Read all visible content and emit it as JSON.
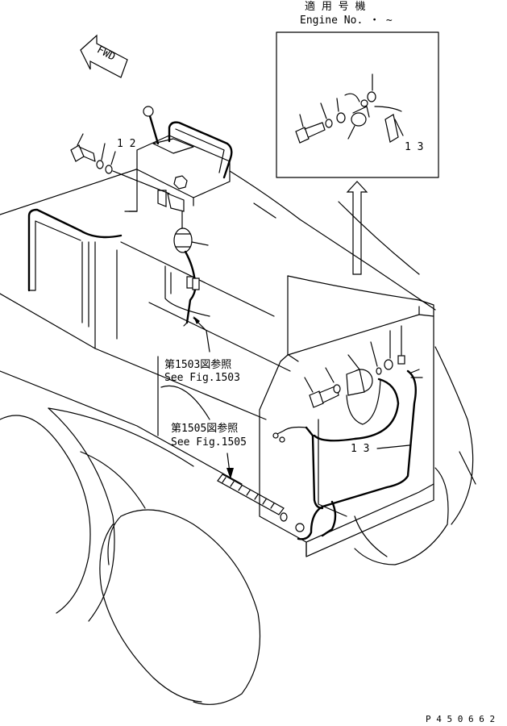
{
  "inset": {
    "title_jp": "適 用 号 機",
    "title_en": "Engine No.   ・  ~",
    "callout": "1 3"
  },
  "fwd_label": "FWD",
  "callouts": {
    "part_12": "1 2",
    "part_13": "1 3"
  },
  "references": [
    {
      "jp": "第1503図参照",
      "en": "See Fig.1503"
    },
    {
      "jp": "第1505図参照",
      "en": "See Fig.1505"
    }
  ],
  "drawing_number": "P 4 5 0 6 6 2"
}
